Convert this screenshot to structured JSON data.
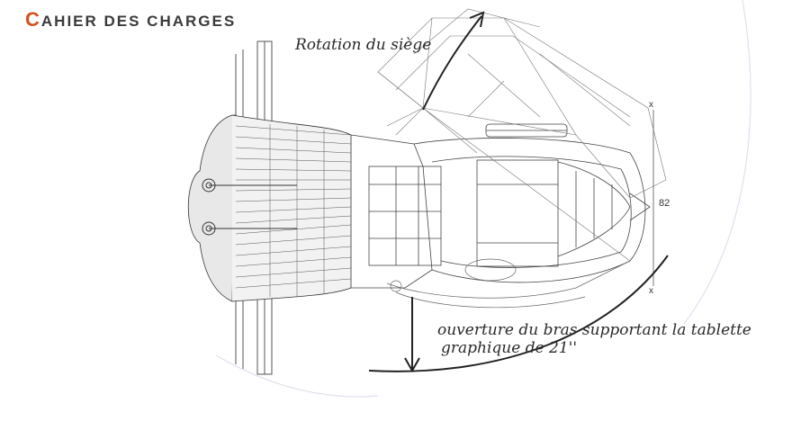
{
  "header": {
    "title_first_letter": "C",
    "title_rest": "AHIER DES CHARGES",
    "accent_color": "#d2521f"
  },
  "annotations": {
    "rotation": "Rotation du siège",
    "bras_line1": "ouverture du bras supportant la tablette",
    "bras_line2": "graphique de 21''"
  },
  "dimension": {
    "value": "82",
    "marker_top": "x",
    "marker_bottom": "x"
  }
}
